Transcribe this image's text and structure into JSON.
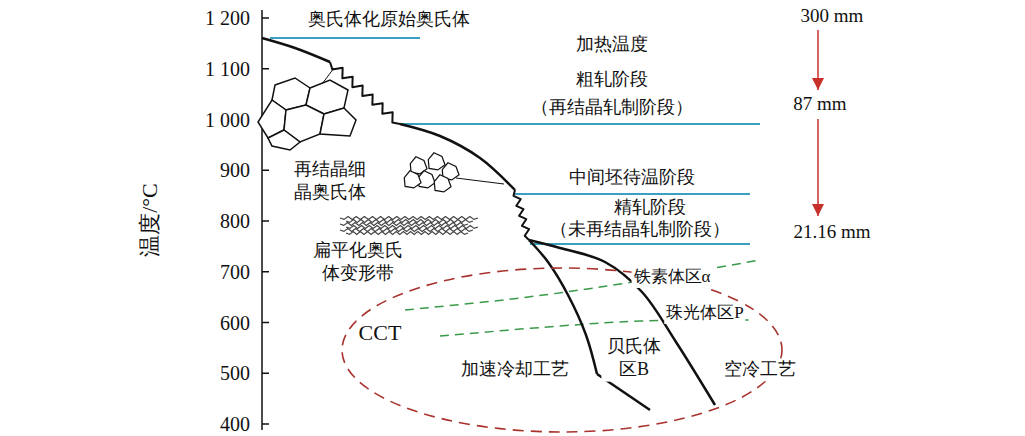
{
  "diagram": {
    "nodes": [
      {
        "text": [
          "CCT"
        ]
      }
    ],
    "labels": [
      "1 200",
      "1 100",
      "1 000",
      "900",
      "800",
      "700",
      "600",
      "500",
      "400",
      "温度/°C",
      "奥氏体化原始奥氏体",
      "加热温度",
      "粗轧阶段",
      "（再结晶轧制阶段）",
      "300 mm",
      "87 mm",
      "21.16 mm",
      "再结晶细 晶奥氏体",
      "中间坯待温阶段",
      "精轧阶段",
      "（未再结晶轧制阶段）",
      "扁平化奥氏 体变形带",
      "铁素体区α",
      "珠光体区P",
      "加速冷却工艺",
      "贝氏体 区B",
      "空冷工艺"
    ]
  }
}
